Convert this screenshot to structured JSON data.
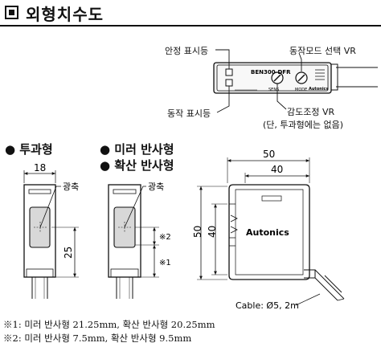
{
  "title": "외형치수도",
  "top_labels": {
    "stable_indicator": "안정 표시등",
    "operation_mode_vr": "동작모드 선택 VR",
    "operation_indicator": "동작 표시등",
    "sensitivity_vr": "감도조정 VR",
    "sensitivity_note": "(단, 투과형에는 없음)",
    "model": "BEN300-DFR",
    "mode_text": "MODE",
    "sens_text": "SENS",
    "brand_small": "Autonics"
  },
  "sections": {
    "through_beam": "● 투과형",
    "retro": "● 미러 반사형",
    "diffuse": "● 확산 반사형"
  },
  "dims": {
    "width_18": "18",
    "height_25": "25",
    "optical_axis": "광축",
    "mark1": "※1",
    "mark2": "※2",
    "width_50": "50",
    "width_40": "40",
    "height_50": "50",
    "height_40": "40",
    "brand": "Autonics",
    "cable": "Cable: Ø5, 2m"
  },
  "notes": [
    "※1: 미러 반사형 21.25mm, 확산 반사형 20.25mm",
    "※2: 미러 반사형 7.5mm, 확산 반사형 9.5mm"
  ],
  "colors": {
    "line": "#111111",
    "panel": "#eeeeee",
    "lens": "#d8d8d8"
  }
}
